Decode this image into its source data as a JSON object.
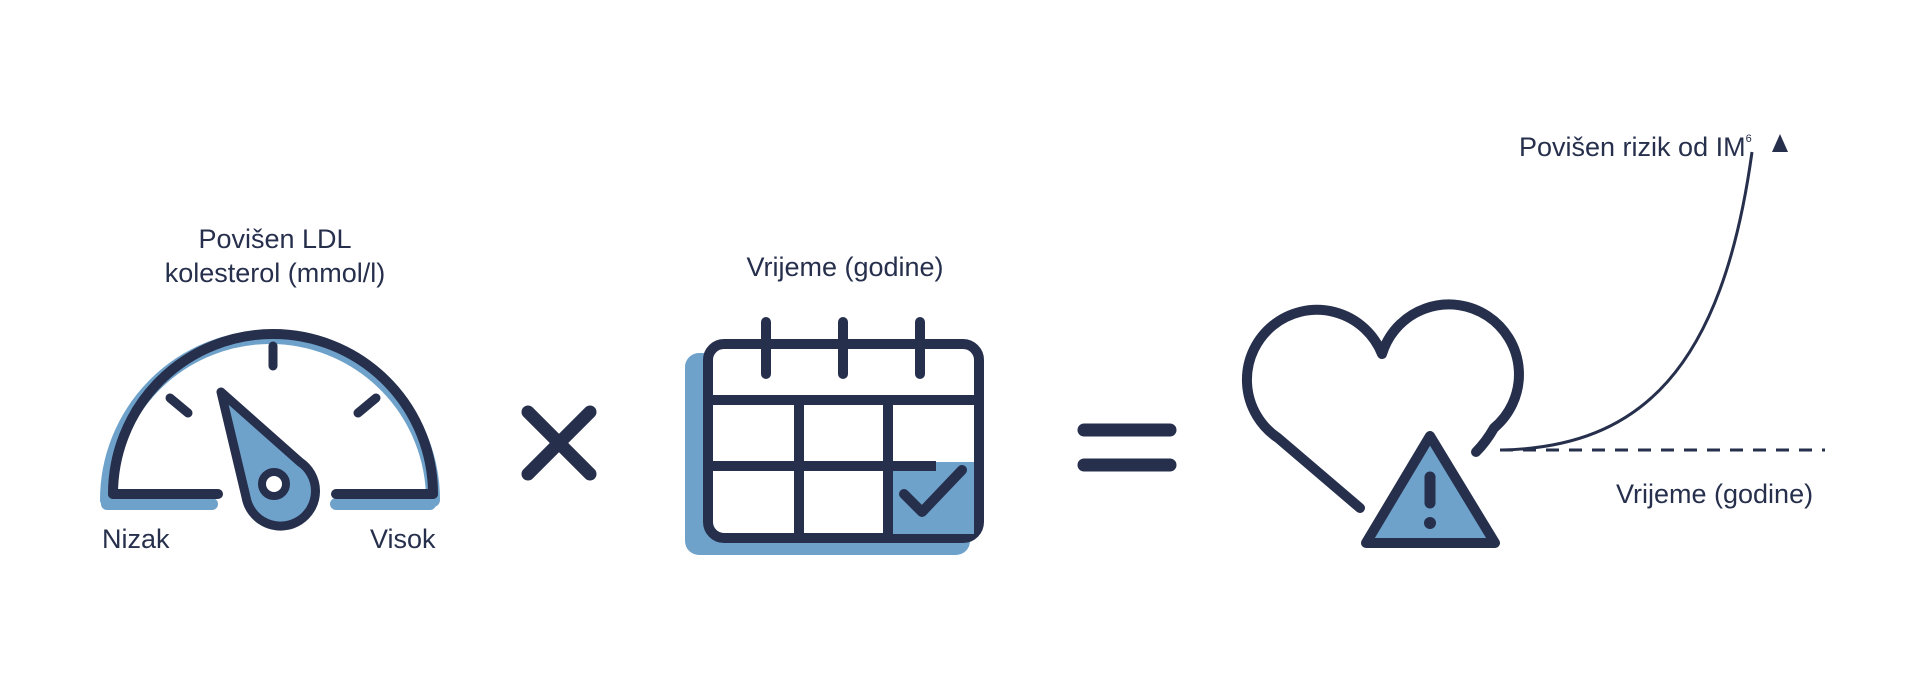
{
  "gauge": {
    "title_line1": "Povišen LDL",
    "title_line2": "kolesterol (mmol/l)",
    "low_label": "Nizak",
    "high_label": "Visok"
  },
  "calendar": {
    "title": "Vrijeme (godine)"
  },
  "risk": {
    "title": "Povišen rizik od IM",
    "superscript": "6",
    "time_label": "Vrijeme (godine)"
  },
  "operators": {
    "multiply": "×",
    "equals": "="
  },
  "colors": {
    "navy": "#262f4c",
    "accent_blue": "#6fa2cb",
    "background": "#ffffff"
  },
  "icons": [
    "speedometer-gauge-icon",
    "multiply-icon",
    "calendar-check-icon",
    "equals-icon",
    "heart-icon",
    "warning-triangle-icon",
    "rising-curve-arrow-icon"
  ]
}
